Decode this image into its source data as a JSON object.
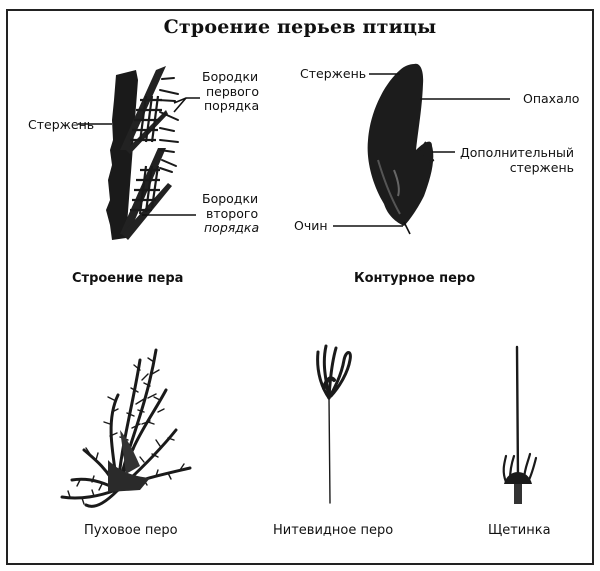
{
  "title": "Строение перьев птицы",
  "panels": {
    "structure": {
      "caption": "Строение пера",
      "labels": {
        "shaft": "Стержень",
        "barbs_first": [
          "Бородки",
          "первого",
          "порядка"
        ],
        "barbs_second": [
          "Бородки",
          "второго",
          "порядка"
        ]
      }
    },
    "contour": {
      "caption": "Контурное перо",
      "labels": {
        "shaft": "Стержень",
        "vane": "Опахало",
        "aftershaft": [
          "Дополнительный",
          "стержень"
        ],
        "quill": "Очин"
      }
    }
  },
  "feather_types": [
    {
      "caption": "Пуховое перо"
    },
    {
      "caption": "Нитевидное перо"
    },
    {
      "caption": "Щетинка"
    }
  ]
}
